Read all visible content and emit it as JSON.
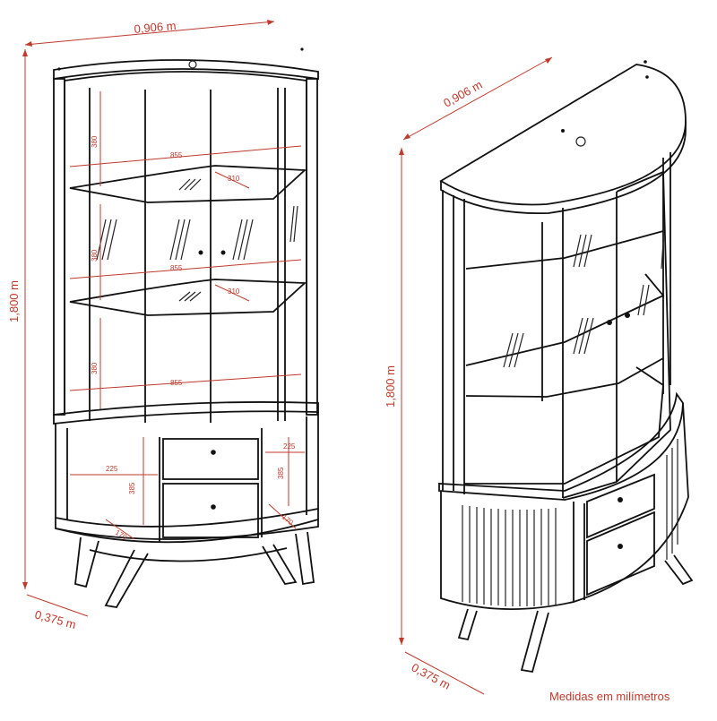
{
  "front_view": {
    "width_label": "0,906 m",
    "height_label": "1,800 m",
    "depth_label": "0,375 m",
    "shelf_spacing": [
      "380",
      "380",
      "380"
    ],
    "shelf_width": [
      "855",
      "855",
      "855"
    ],
    "side_shelf_depth": [
      "310",
      "310"
    ],
    "lower_left_width": "225",
    "lower_right_width": "225",
    "lower_left_height": "385",
    "lower_right_height": "385",
    "lower_left_depth": "170",
    "lower_right_depth": "170"
  },
  "perspective_view": {
    "width_label": "0,906 m",
    "height_label": "1,800 m",
    "depth_label": "0,375 m"
  },
  "footer_note": "Medidas em milímetros",
  "colors": {
    "dimension": "#c0392b",
    "line": "#111111"
  }
}
